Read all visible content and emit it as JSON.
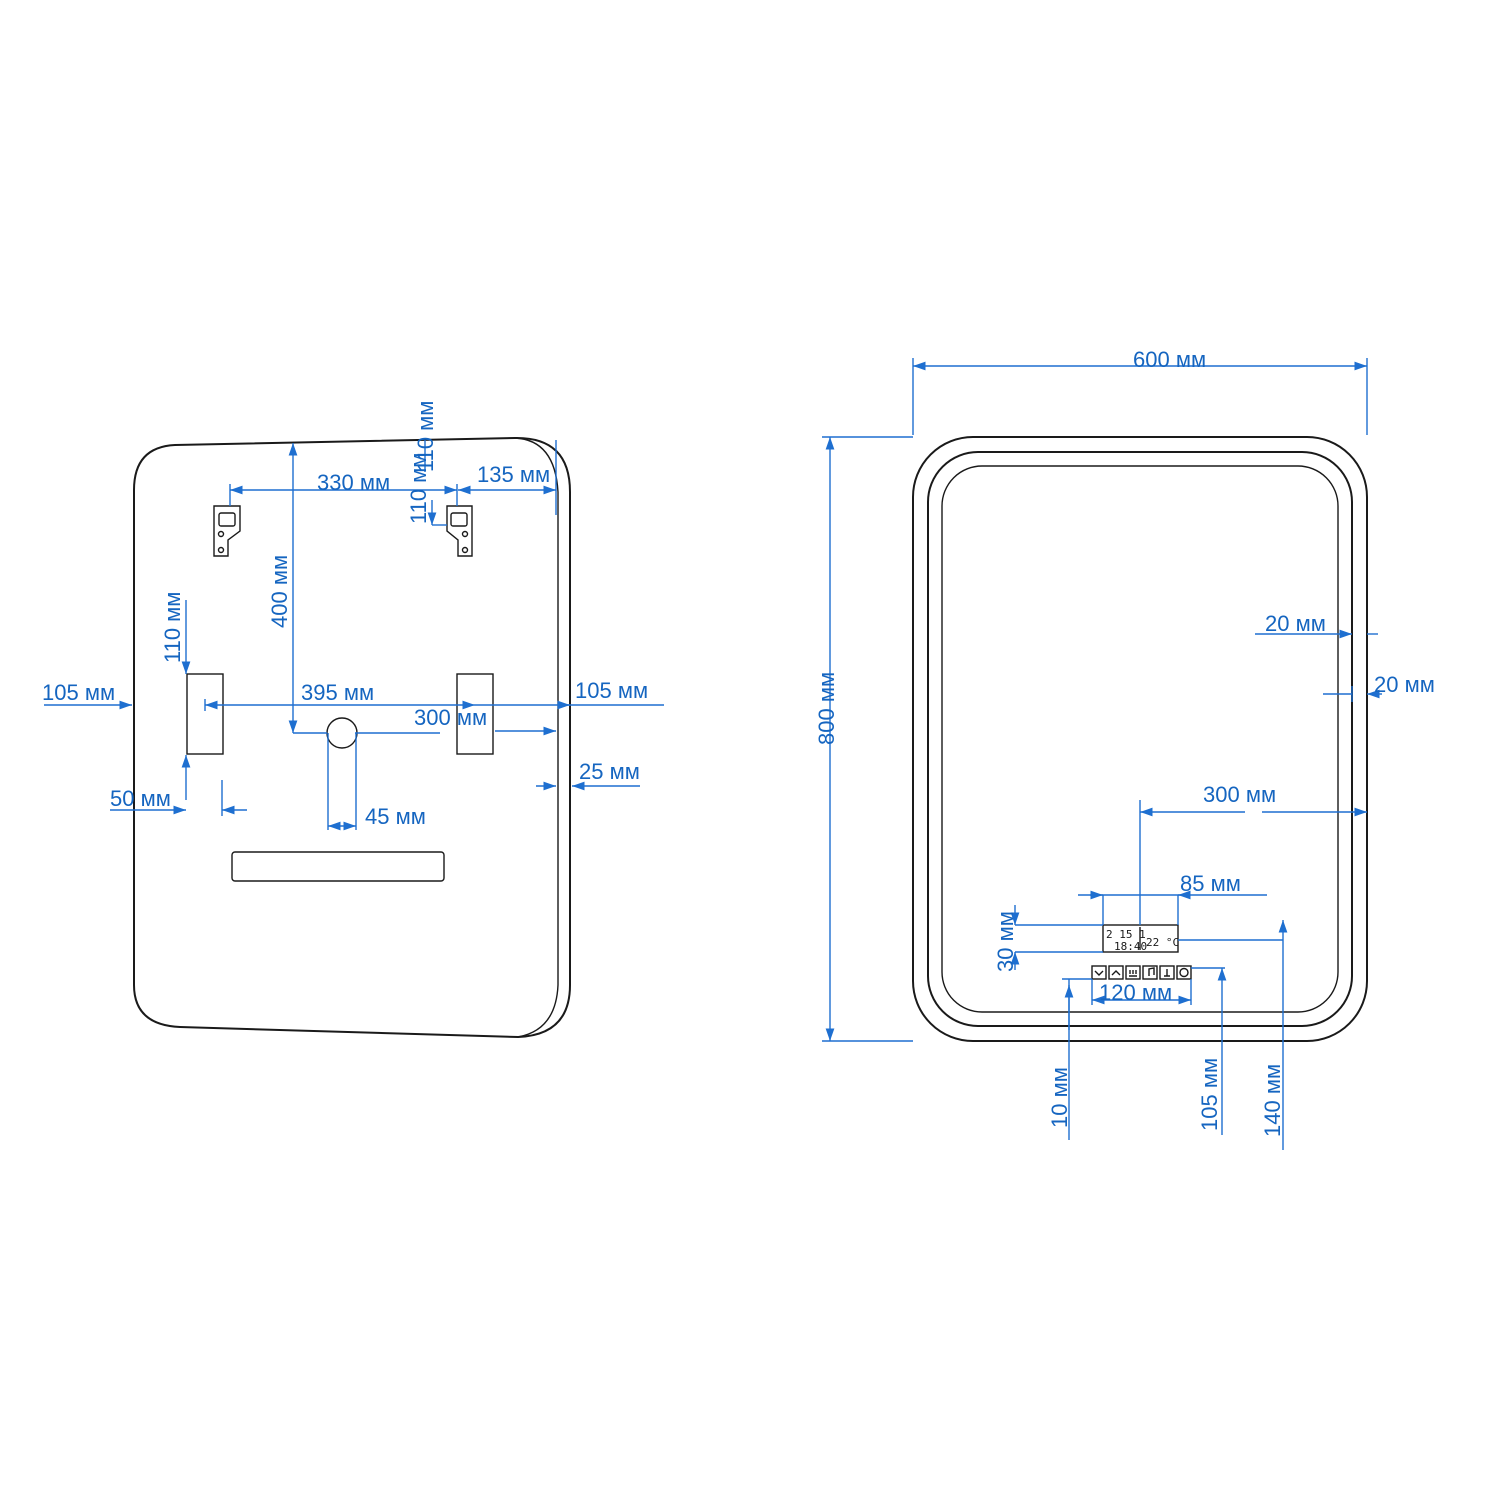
{
  "colors": {
    "dimension": "#1e6fd0",
    "outline": "#1a1a1a",
    "background": "#ffffff"
  },
  "back_view": {
    "labels": {
      "w330": "330 мм",
      "h110_top": "110 мм",
      "h110_hook": "110 мм",
      "w135": "135 мм",
      "h400": "400 мм",
      "h110_left": "110 мм",
      "w105_left": "105 мм",
      "w395": "395 мм",
      "w105_right": "105 мм",
      "w300": "300 мм",
      "d25": "25 мм",
      "w50": "50 мм",
      "w45": "45 мм"
    }
  },
  "front_view": {
    "labels": {
      "w600": "600 мм",
      "h800": "800 мм",
      "w20_a": "20 мм",
      "w20_b": "20 мм",
      "w300": "300 мм",
      "w85": "85 мм",
      "h30": "30 мм",
      "w120": "120 мм",
      "h10": "10 мм",
      "h105": "105 мм",
      "h140": "140 мм"
    },
    "display": {
      "date": "2 15  1",
      "time": "18:40",
      "temp": "22 °C"
    }
  }
}
